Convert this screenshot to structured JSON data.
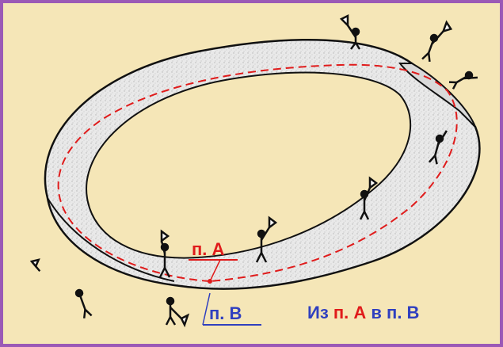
{
  "labels": {
    "point_a": "п. А",
    "point_b": "п. В",
    "caption": {
      "part1": "Из ",
      "part2": "п. А",
      "part3": " в ",
      "part4": "п. В"
    }
  },
  "colors": {
    "border": "#9b59b6",
    "background": "#f5e6b7",
    "red": "#e01b1b",
    "blue": "#2f3fbf"
  },
  "icons": [
    "walker-with-flag-icon",
    "mobius-strip-icon"
  ]
}
